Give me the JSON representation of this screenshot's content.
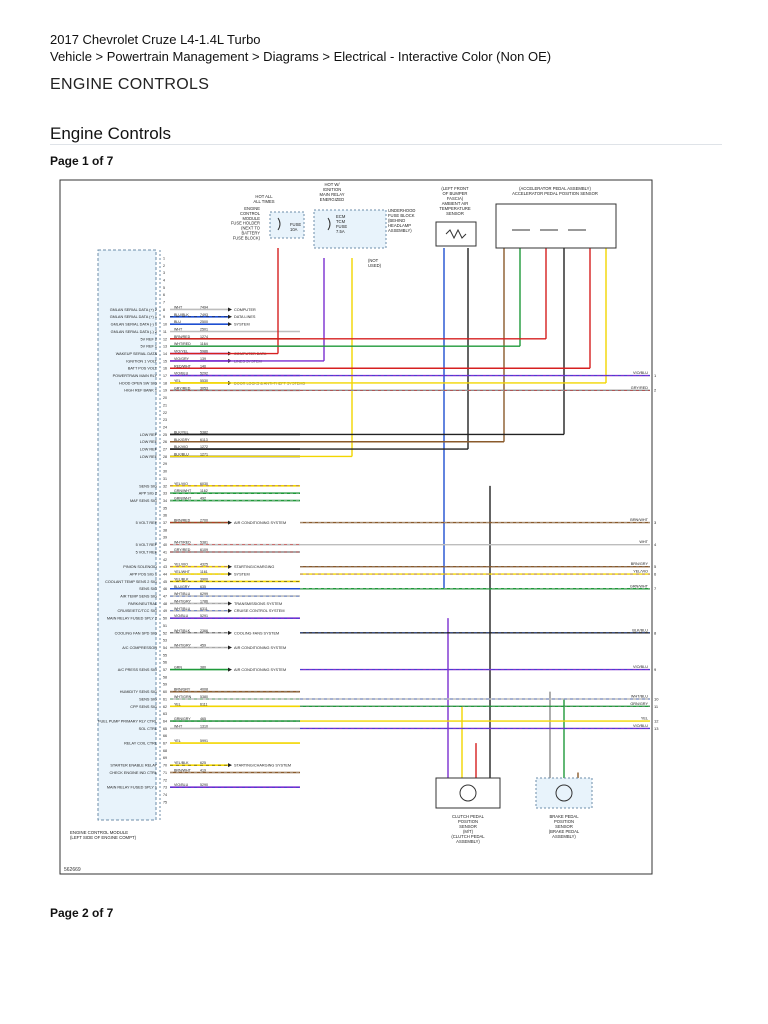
{
  "vehicle": "2017 Chevrolet Cruze L4-1.4L Turbo",
  "breadcrumb": "Vehicle > Powertrain Management > Diagrams > Electrical - Interactive Color (Non OE)",
  "section_title": "ENGINE CONTROLS",
  "heading": "Engine Controls",
  "page1": "Page 1 of 7",
  "page2": "Page 2 of 7",
  "diagram": {
    "doc_id": "562669",
    "ecm_label": [
      "ENGINE CONTROL MODULE",
      "(LEFT SIDE OF ENGINE COMPT)"
    ],
    "top_labels": {
      "hot_all": [
        "HOT ALL",
        "ALL TIMES"
      ],
      "hot_relay": [
        "HOT W/",
        "IGNITION",
        "MAIN RELAY",
        "ENERGIZED"
      ],
      "fuse_holder": [
        "ENGINE",
        "CONTROL",
        "MODULE",
        "FUSE HOLDER",
        "(NEXT TO",
        "BATTERY",
        "FUSE BLOCK)"
      ],
      "fuse1": [
        "FUSE",
        "10A"
      ],
      "fuse2": [
        "ECM",
        "TCM",
        "FUSE",
        "7.5A"
      ],
      "underhood": [
        "UNDERHOOD",
        "FUSE BLOCK",
        "(BEHIND",
        "HEADLAMP",
        "ASSEMBLY)"
      ],
      "not_used": [
        "(NOT",
        "USED)"
      ],
      "ambient": [
        "(LEFT FRONT",
        "OF BUMPER",
        "FASCIA)",
        "AMBIENT AIR",
        "TEMPERATURE",
        "SENSOR"
      ],
      "app_sensor": [
        "(ACCELERATOR PEDAL ASSEMBLY)",
        "ACCELERATOR PEDAL POSITION SENSOR"
      ],
      "clutch": [
        "CLUTCH PEDAL",
        "POSITION",
        "SENSOR",
        "(M/T)",
        "(CLUTCH PEDAL",
        "ASSEMBLY)"
      ],
      "brake": [
        "BRAKE PEDAL",
        "POSITION",
        "SENSOR",
        "(BRAKE PEDAL",
        "ASSEMBLY)"
      ]
    },
    "pin_labels": [
      "GMLAN SERIAL DATA (+) 2",
      "GMLAN SERIAL DATA (+) 1",
      "GMLAN SERIAL DATA (-) 1",
      "GMLAN SERIAL DATA (-) 2",
      "5V REF 2",
      "5V REF 1",
      "WAKEUP SERIAL DATA",
      "IGNITION 1 VOLT",
      "BATT POS VOLT",
      "POWERTRAIN MAIN RLY",
      "HOOD OPEN SW SIG",
      "HIGH REF BANK 1",
      "LOW REF",
      "LOW REF",
      "LOW REF",
      "LOW REF",
      "SENS SIG",
      "APP SIG 2",
      "MAF SENS SIG",
      "5 VOLT REF",
      "5 VOLT REF",
      "5 VOLT REF",
      "PINION SOLENOID",
      "APP POS SIG 1",
      "COOLANT TEMP SENS 2 SIG",
      "SENS SIG",
      "AIR TEMP SENS SIG",
      "PARK/NEUTRAL",
      "CRUISE/ETC/TCC SIG",
      "MAIN RELAY FUSED SPLY 2",
      "COOLING FAN SPD SIG",
      "A/C COMPRESSOR",
      "A/C PRESS SENS SIG",
      "HUMIDITY SENS SIG",
      "SENS SIG",
      "CPP SENS SIG",
      "FUEL PUMP PRIMARY RLY CTRL",
      "SOL CTRL",
      "RELAY COIL CTRL",
      "STARTER ENABLE RELAY",
      "CHECK ENGINE IND CTRL",
      "MAIN RELAY FUSED SPLY 1"
    ],
    "wires": [
      {
        "pin": "8",
        "color": "WHT",
        "circuit": "7494",
        "dest": "COMPUTER"
      },
      {
        "pin": "9",
        "color": "BLU/BLK",
        "circuit": "7493",
        "dest": "DATA LINES"
      },
      {
        "pin": "10",
        "color": "BLU",
        "circuit": "2500",
        "dest": "SYSTEM"
      },
      {
        "pin": "11",
        "color": "WHT",
        "circuit": "2501",
        "dest": ""
      },
      {
        "pin": "12",
        "color": "BRN/RED",
        "circuit": "1274",
        "dest": ""
      },
      {
        "pin": "13",
        "color": "WHT/RED",
        "circuit": "1164",
        "dest": ""
      },
      {
        "pin": "14",
        "color": "VIO/YEL",
        "circuit": "5986",
        "dest": "COMPUTER DATA"
      },
      {
        "pin": "15",
        "color": "VIO/GRY",
        "circuit": "139",
        "dest": "LINES SYSTEM"
      },
      {
        "pin": "16",
        "color": "RED/WHT",
        "circuit": "140",
        "dest": ""
      },
      {
        "pin": "17",
        "color": "VIO/BLU",
        "circuit": "5292",
        "dest": ""
      },
      {
        "pin": "18",
        "color": "YEL",
        "circuit": "5530",
        "dest": "DOOR LOCKS & ANTI-THEFT SYSTEMS"
      },
      {
        "pin": "19",
        "color": "GRY/RED",
        "circuit": "3053",
        "dest": ""
      },
      {
        "pin": "25",
        "color": "BLK/YEL",
        "circuit": "5382",
        "dest": ""
      },
      {
        "pin": "26",
        "color": "BLK/GRY",
        "circuit": "6113",
        "dest": ""
      },
      {
        "pin": "27",
        "color": "BLK/VIO",
        "circuit": "1272",
        "dest": ""
      },
      {
        "pin": "28",
        "color": "BLK/BLU",
        "circuit": "1271",
        "dest": ""
      },
      {
        "pin": "32",
        "color": "YEL/VIO",
        "circuit": "6030",
        "dest": ""
      },
      {
        "pin": "33",
        "color": "GRN/WHT",
        "circuit": "1162",
        "dest": ""
      },
      {
        "pin": "34",
        "color": "GRN/WHT",
        "circuit": "492",
        "dest": ""
      },
      {
        "pin": "37",
        "color": "BRN/RED",
        "circuit": "2700",
        "dest": "AIR CONDITIONING SYSTEM"
      },
      {
        "pin": "40",
        "color": "WHT/RED",
        "circuit": "5381",
        "dest": ""
      },
      {
        "pin": "41",
        "color": "GRY/RED",
        "circuit": "6109",
        "dest": ""
      },
      {
        "pin": "43",
        "color": "YEL/VIO",
        "circuit": "4325",
        "dest": "STARTING/CHARGING"
      },
      {
        "pin": "44",
        "color": "YEL/WHT",
        "circuit": "1161",
        "dest": "SYSTEM"
      },
      {
        "pin": "45",
        "color": "YEL/BLK",
        "circuit": "3900",
        "dest": ""
      },
      {
        "pin": "46",
        "color": "BLU/GRY",
        "circuit": "635",
        "dest": ""
      },
      {
        "pin": "47",
        "color": "WHT/BLU",
        "circuit": "6299",
        "dest": ""
      },
      {
        "pin": "48",
        "color": "WHT/GRY",
        "circuit": "1786",
        "dest": "TRANSMISSIONS SYSTEM"
      },
      {
        "pin": "49",
        "color": "WHT/BLU",
        "circuit": "6311",
        "dest": "CRUISE CONTROL SYSTEM"
      },
      {
        "pin": "50",
        "color": "VIO/BLU",
        "circuit": "5291",
        "dest": ""
      },
      {
        "pin": "52",
        "color": "WHT/BLK",
        "circuit": "2366",
        "dest": "COOLING FANS SYSTEM"
      },
      {
        "pin": "54",
        "color": "WHT/GRY",
        "circuit": "459",
        "dest": "AIR CONDITIONING SYSTEM"
      },
      {
        "pin": "57",
        "color": "GRN",
        "circuit": "380",
        "dest": "AIR CONDITIONING SYSTEM"
      },
      {
        "pin": "60",
        "color": "BRN/GRY",
        "circuit": "4008",
        "dest": ""
      },
      {
        "pin": "61",
        "color": "WHT/GRN",
        "circuit": "5380",
        "dest": ""
      },
      {
        "pin": "62",
        "color": "YEL",
        "circuit": "6111",
        "dest": ""
      },
      {
        "pin": "64",
        "color": "GRN/GRY",
        "circuit": "465",
        "dest": ""
      },
      {
        "pin": "65",
        "color": "WHT",
        "circuit": "1310",
        "dest": ""
      },
      {
        "pin": "67",
        "color": "YEL",
        "circuit": "5991",
        "dest": ""
      },
      {
        "pin": "70",
        "color": "YEL/BLK",
        "circuit": "625",
        "dest": "STARTING/CHARGING SYSTEM"
      },
      {
        "pin": "71",
        "color": "BRN/WHT",
        "circuit": "419",
        "dest": ""
      },
      {
        "pin": "73",
        "color": "VIO/BLU",
        "circuit": "5290",
        "dest": ""
      }
    ],
    "right_edge": [
      {
        "label": "VIO/BLU",
        "n": "1"
      },
      {
        "label": "GRY/RED",
        "n": "2"
      },
      {
        "label": "BRN/WHT",
        "n": "3"
      },
      {
        "label": "WHT",
        "n": "4"
      },
      {
        "label": "BRN/GRY",
        "n": "5"
      },
      {
        "label": "YEL/VIO",
        "n": "6"
      },
      {
        "label": "GRN/WHT",
        "n": "7"
      },
      {
        "label": "BLK/BLU",
        "n": "8"
      },
      {
        "label": "VIO/BLU",
        "n": "9"
      },
      {
        "label": "WHT/BLU",
        "n": "10"
      },
      {
        "label": "GRN/GRY",
        "n": "11"
      },
      {
        "label": "YEL",
        "n": "12"
      },
      {
        "label": "VIO/BLU",
        "n": "13"
      }
    ]
  }
}
